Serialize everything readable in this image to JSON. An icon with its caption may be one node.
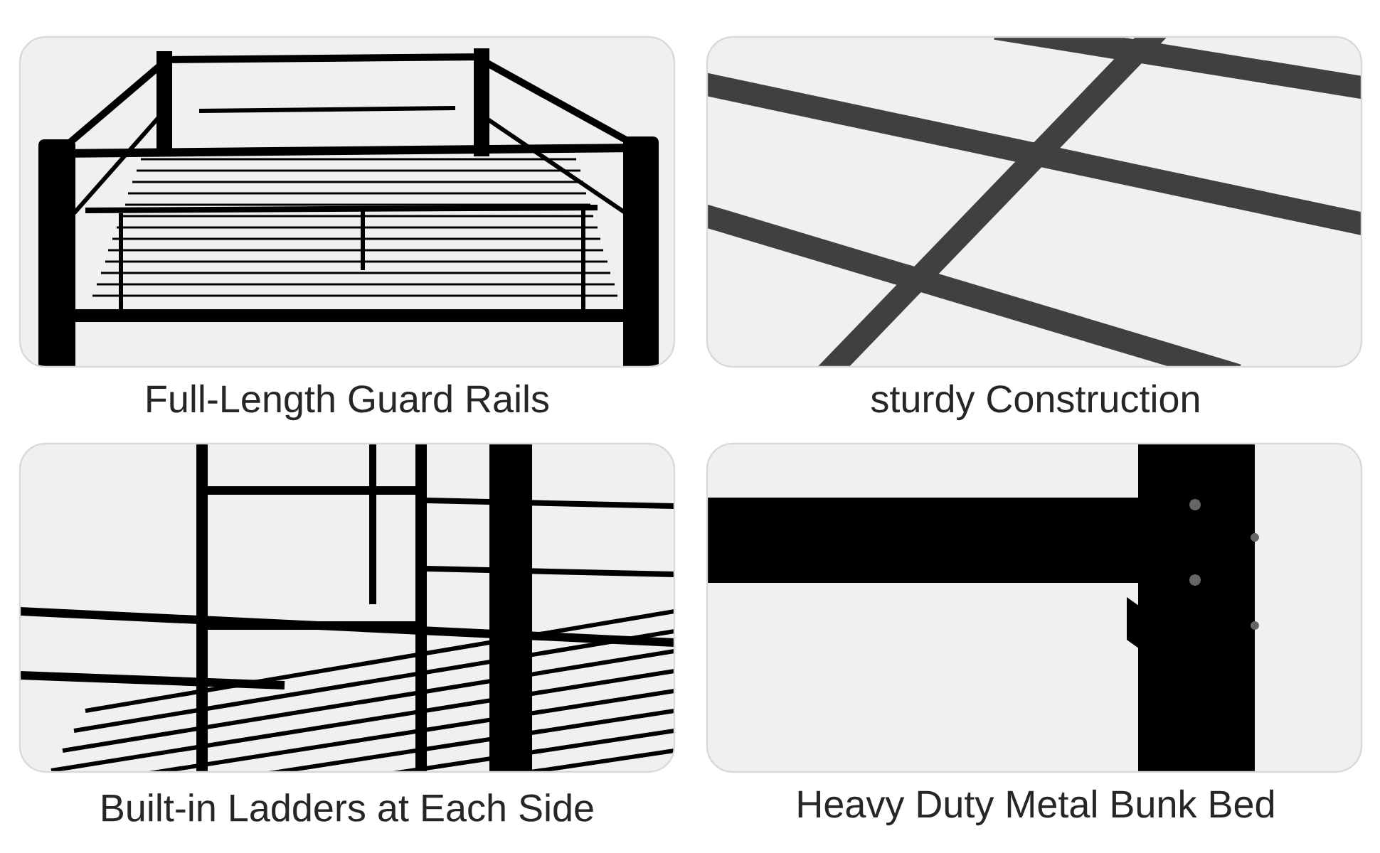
{
  "diagram": {
    "labels": [
      "Full-Length Guard Rails",
      "sturdy Construction",
      "Built-in Ladders at Each Side",
      "Heavy Duty Metal Bunk Bed"
    ]
  }
}
